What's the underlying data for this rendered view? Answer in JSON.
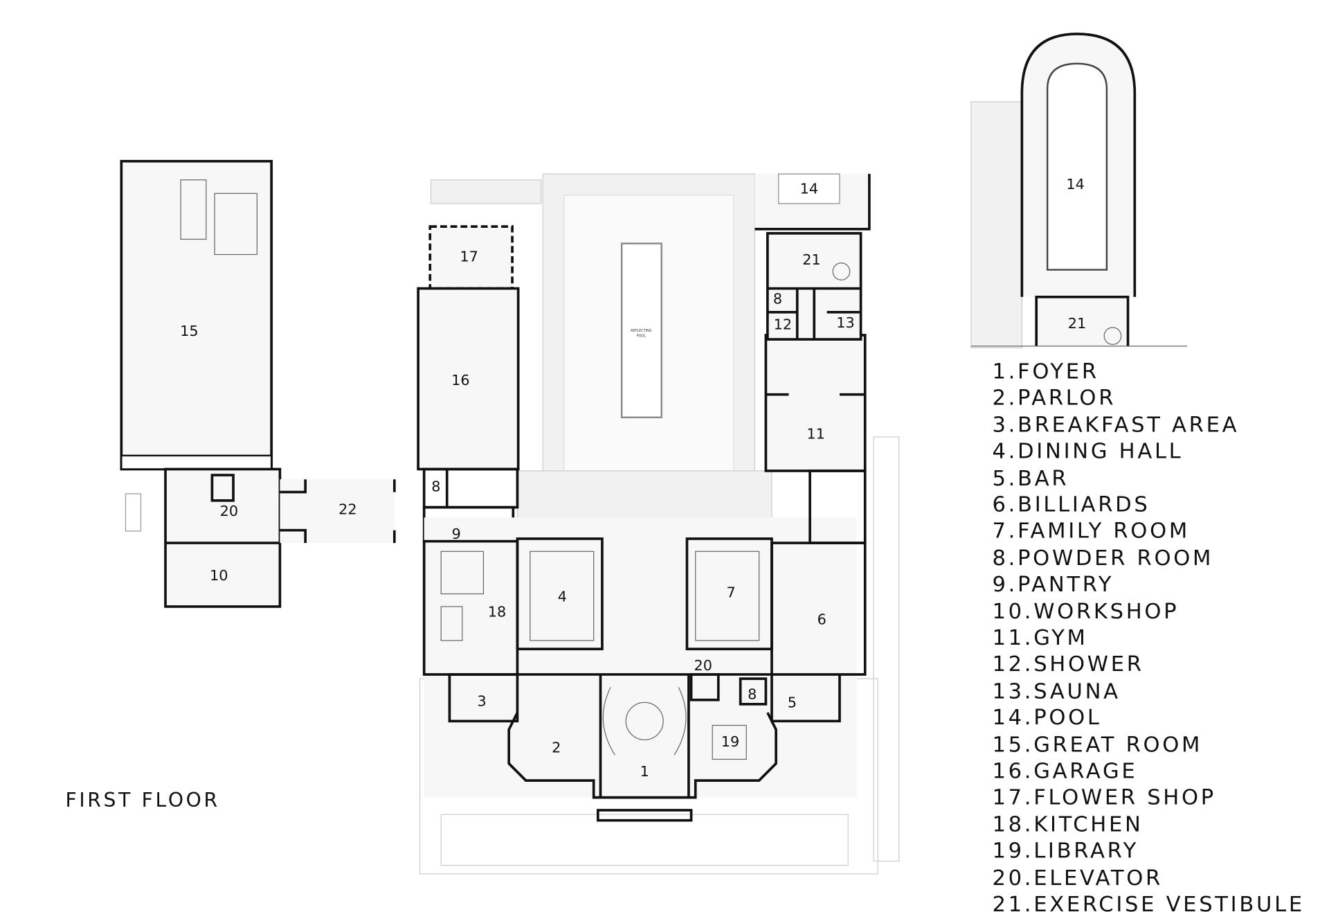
{
  "title": "FIRST FLOOR",
  "reflecting_pool": [
    "REFLECTING",
    "POOL"
  ],
  "room_labels": {
    "great_room": "15",
    "garage": "16",
    "flower_shop": "17",
    "elevator_annex": "20",
    "corridor": "22",
    "workshop": "10",
    "powder_room_a": "8",
    "pantry": "9",
    "kitchen": "18",
    "dining_hall": "4",
    "family_room": "7",
    "billiards": "6",
    "breakfast": "3",
    "parlor": "2",
    "foyer": "1",
    "library": "19",
    "elevator_main": "20",
    "powder_room_b": "8",
    "bar": "5",
    "gym": "11",
    "shower": "12",
    "sauna": "13",
    "powder_room_c": "8",
    "vestibule": "21",
    "pool": "14",
    "pool_detail": "14",
    "vestibule_detail": "21"
  },
  "legend": [
    "1.FOYER",
    "2.PARLOR",
    "3.BREAKFAST AREA",
    "4.DINING HALL",
    "5.BAR",
    "6.BILLIARDS",
    "7.FAMILY ROOM",
    "8.POWDER ROOM",
    "9.PANTRY",
    "10.WORKSHOP",
    "11.GYM",
    "12.SHOWER",
    "13.SAUNA",
    "14.POOL",
    "15.GREAT ROOM",
    "16.GARAGE",
    "17.FLOWER SHOP",
    "18.KITCHEN",
    "19.LIBRARY",
    "20.ELEVATOR",
    "21.EXERCISE VESTIBULE"
  ]
}
